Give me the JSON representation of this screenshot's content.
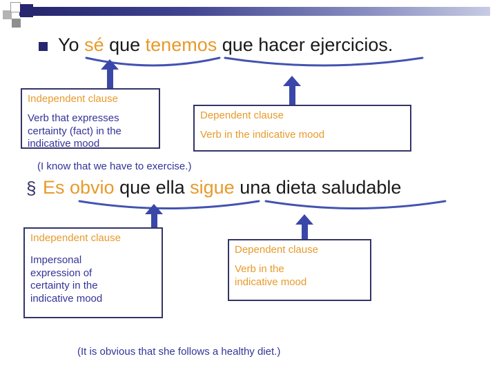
{
  "palette": {
    "orange": "#E79A2B",
    "navy-text": "#333399",
    "border-navy": "#333366",
    "arrow-blue": "#3A47A8",
    "curve-blue": "#4353B0",
    "bar-navy": "#26276E"
  },
  "sentence1": {
    "segments": [
      "Yo ",
      "sé",
      " que ",
      "tenemos",
      " que hacer ejercicios."
    ]
  },
  "sentence2": {
    "bullet": "§",
    "segments": [
      "Es obvio",
      " que ella ",
      "sigue",
      " una dieta saludable"
    ]
  },
  "boxes": {
    "box1": {
      "title": "Independent clause",
      "body": "Verb that expresses certainty (fact) in the indicative mood"
    },
    "box2": {
      "title": "Dependent clause",
      "body": "Verb in the indicative mood"
    },
    "box3": {
      "title": "Independent clause",
      "body": "Impersonal expression of certainty in the indicative mood"
    },
    "box4": {
      "title": "Dependent clause",
      "body": "Verb in the indicative mood"
    }
  },
  "translations": {
    "t1": "(I know that we have to exercise.)",
    "t2": "(It is obvious that she follows a healthy diet.)"
  }
}
